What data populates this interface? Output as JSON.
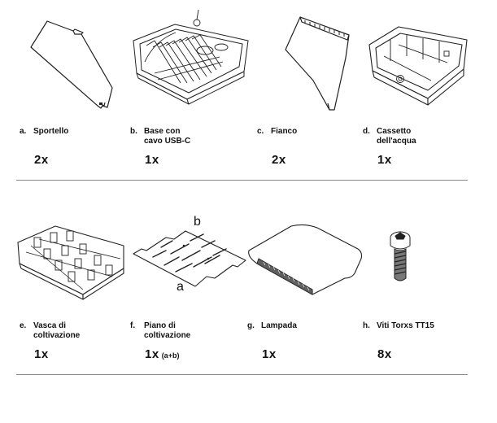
{
  "rows": [
    {
      "items": [
        {
          "letter": "a.",
          "name_lines": [
            "Sportello"
          ],
          "quantity": "2x",
          "note": "",
          "icon": "door-panel-icon"
        },
        {
          "letter": "b.",
          "name_lines": [
            "Base con",
            "cavo USB-C"
          ],
          "quantity": "1x",
          "note": "",
          "icon": "base-tray-icon"
        },
        {
          "letter": "c.",
          "name_lines": [
            "Fianco"
          ],
          "quantity": "2x",
          "note": "",
          "icon": "side-panel-icon"
        },
        {
          "letter": "d.",
          "name_lines": [
            "Cassetto",
            "dell'acqua"
          ],
          "quantity": "1x",
          "note": "",
          "icon": "water-drawer-icon"
        }
      ]
    },
    {
      "items": [
        {
          "letter": "e.",
          "name_lines": [
            "Vasca di",
            "coltivazione"
          ],
          "quantity": "1x",
          "note": "",
          "icon": "cultivation-tub-icon"
        },
        {
          "letter": "f.",
          "name_lines": [
            "Piano di",
            "coltivazione"
          ],
          "quantity": "1x",
          "note": "(a+b)",
          "icon": "cultivation-plate-icon"
        },
        {
          "letter": "g.",
          "name_lines": [
            "Lampada"
          ],
          "quantity": "1x",
          "note": "",
          "icon": "lamp-icon"
        },
        {
          "letter": "h.",
          "name_lines": [
            "Viti Torxs TT15"
          ],
          "quantity": "8x",
          "note": "",
          "icon": "torx-screw-icon"
        }
      ]
    }
  ],
  "plate_labels": {
    "top": "b",
    "bottom": "a"
  }
}
